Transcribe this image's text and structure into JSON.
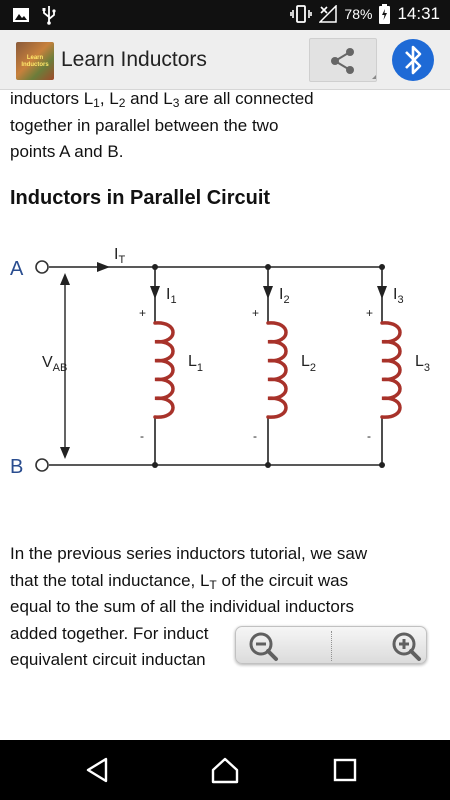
{
  "status_bar": {
    "battery_percent": "78%",
    "time": "14:31"
  },
  "app_bar": {
    "logo_text": "Learn Inductors",
    "title": "Learn Inductors"
  },
  "content": {
    "intro": {
      "l1_prefix": "inductors L",
      "l1_sub1": "1",
      "l1_sep1": ", L",
      "l1_sub2": "2",
      "l1_sep2": " and L",
      "l1_sub3": "3",
      "l1_suffix": " are all connected",
      "line2": "together in parallel between the two",
      "line3": "points A and B."
    },
    "heading": "Inductors in Parallel Circuit",
    "circuit": {
      "node_a": "A",
      "node_b": "B",
      "current_total": "I",
      "current_total_sub": "T",
      "voltage": "V",
      "voltage_sub": "AB",
      "branches": [
        {
          "current": "I",
          "current_sub": "1",
          "inductor": "L",
          "inductor_sub": "1",
          "plus": "+",
          "minus": "-"
        },
        {
          "current": "I",
          "current_sub": "2",
          "inductor": "L",
          "inductor_sub": "2",
          "plus": "+",
          "minus": "-"
        },
        {
          "current": "I",
          "current_sub": "3",
          "inductor": "L",
          "inductor_sub": "3",
          "plus": "+",
          "minus": "-"
        }
      ]
    },
    "body": {
      "line1": "In the previous series inductors tutorial, we saw",
      "line2_prefix": "that the total inductance, L",
      "line2_sub": "T",
      "line2_suffix": " of the circuit was",
      "line3": "equal to the sum of all the individual inductors",
      "line4": "added together. For induct",
      "line5": "equivalent circuit inductan"
    }
  },
  "colors": {
    "status_bar_bg": "#111111",
    "app_bar_bg": "#eeeeee",
    "bluetooth_blue": "#1e6ad6",
    "inductor_coil": "#a8322a",
    "nav_bar_bg": "#000000"
  },
  "icons": {
    "status_left": [
      "image-icon",
      "usb-icon"
    ],
    "status_right": [
      "vibrate-icon",
      "no-signal-icon",
      "battery-charging-icon"
    ],
    "app_bar": [
      "share-icon",
      "bluetooth-icon"
    ],
    "zoom": [
      "zoom-out-icon",
      "zoom-in-icon"
    ],
    "nav": [
      "back-icon",
      "home-icon",
      "recents-icon"
    ]
  }
}
